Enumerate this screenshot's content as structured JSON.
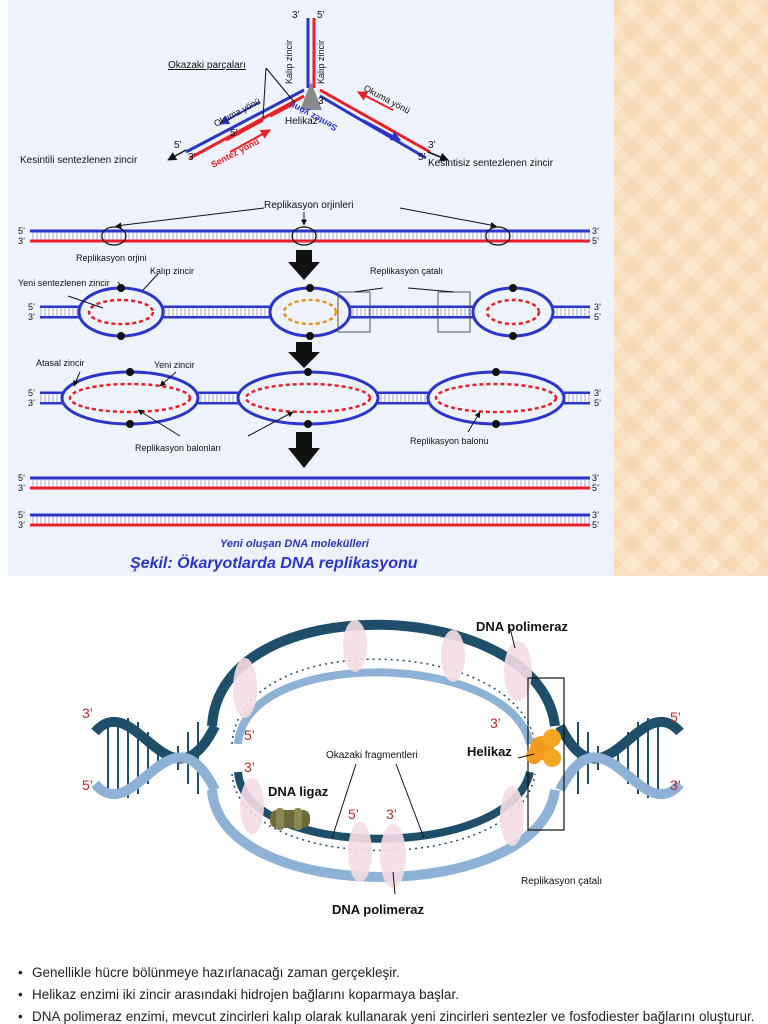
{
  "figure1": {
    "fork": {
      "top_left_end": "3’",
      "top_right_end": "5’",
      "template_left": "Kalıp zincir",
      "template_right": "Kalıp zincir",
      "okazaki": "Okazaki parçaları",
      "reading_left": "Okuma yönü",
      "reading_right": "Okuma yönü",
      "helicase": "Helikaz",
      "synth_left": "Sentez yönü",
      "synth_right": "Sentez yönü",
      "end_left_5": "5’",
      "end_left_5b": "5’",
      "end_left_3": "3’",
      "end_right_3": "3’",
      "end_right_3b": "3’",
      "end_right_5": "5’",
      "lagging": "Kesintili sentezlenen zincir",
      "leading": "Kesintisiz sentezlenen zincir"
    },
    "origins_label": "Replikasyon orjinleri",
    "row_labels": {
      "origin": "Replikasyon orjini",
      "template": "Kalıp zincir",
      "new_synth": "Yeni sentezlenen zincir",
      "fork": "Replikasyon çatalı",
      "parent": "Atasal zincir",
      "new_chain": "Yeni zincir",
      "bubbles": "Replikasyon balonları",
      "bubble": "Replikasyon balonu"
    },
    "end5": "5’",
    "end3": "3’",
    "caption_sub": "Yeni oluşan DNA molekülleri",
    "caption": "Şekil: Ökaryotlarda DNA replikasyonu",
    "colors": {
      "blue": "#2b35c9",
      "red": "#e8202a",
      "dna_dark": "#1f4e6b",
      "dna_light": "#8db2d6"
    }
  },
  "figure2": {
    "pol_top": "DNA polimeraz",
    "pol_bottom": "DNA polimeraz",
    "helicase": "Helikaz",
    "ligase": "DNA ligaz",
    "okazaki": "Okazaki fragmentleri",
    "fork": "Replikasyon çatalı",
    "left_3": "3’",
    "left_5": "5’",
    "right_5": "5’",
    "right_3": "3’",
    "inner_5_left": "5’",
    "inner_3_left": "3’",
    "inner_3_right": "3’",
    "mid_5": "5’",
    "mid_3": "3’"
  },
  "bullets": [
    "Genellikle hücre bölünmeye hazırlanacağı zaman gerçekleşir.",
    "Helikaz enzimi iki zincir arasındaki hidrojen bağlarını koparmaya başlar.",
    "DNA polimeraz enzimi, mevcut zincirleri kalıp olarak kullanarak yeni zincirleri sentezler ve fosfodiester bağlarını oluşturur."
  ]
}
